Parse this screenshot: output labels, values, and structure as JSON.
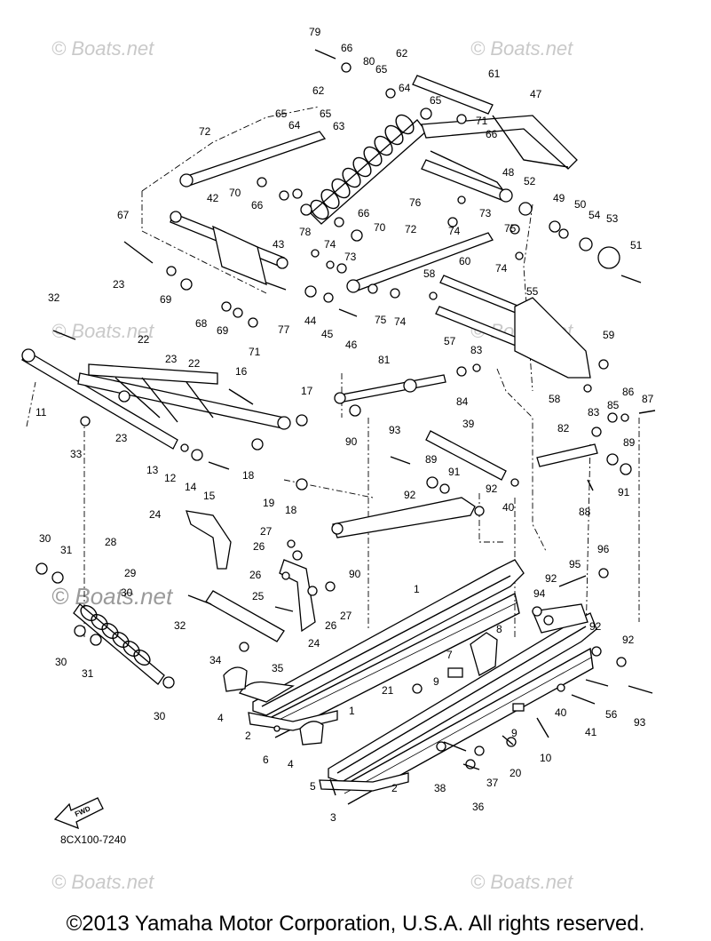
{
  "watermark": "© Boats.net",
  "diagram_code": "8CX100-7240",
  "fwd_label": "FWD",
  "copyright": "©2013 Yamaha Motor Corporation, U.S.A. All rights reserved.",
  "labels": {
    "n1": "1",
    "n2": "2",
    "n3": "3",
    "n4": "4",
    "n5": "5",
    "n6": "6",
    "n7": "7",
    "n8": "8",
    "n9": "9",
    "n10": "10",
    "n11": "11",
    "n12": "12",
    "n13": "13",
    "n14": "14",
    "n15": "15",
    "n16": "16",
    "n17": "17",
    "n18": "18",
    "n19": "19",
    "n20": "20",
    "n21": "21",
    "n22": "22",
    "n23": "23",
    "n24": "24",
    "n25": "25",
    "n26": "26",
    "n27": "27",
    "n28": "28",
    "n29": "29",
    "n30": "30",
    "n31": "31",
    "n32": "32",
    "n33": "33",
    "n34": "34",
    "n35": "35",
    "n36": "36",
    "n37": "37",
    "n38": "38",
    "n39": "39",
    "n40": "40",
    "n41": "41",
    "n42": "42",
    "n43": "43",
    "n44": "44",
    "n45": "45",
    "n46": "46",
    "n47": "47",
    "n48": "48",
    "n49": "49",
    "n50": "50",
    "n51": "51",
    "n52": "52",
    "n53": "53",
    "n54": "54",
    "n55": "55",
    "n56": "56",
    "n57": "57",
    "n58": "58",
    "n59": "59",
    "n60": "60",
    "n61": "61",
    "n62": "62",
    "n63": "63",
    "n64": "64",
    "n65": "65",
    "n66": "66",
    "n67": "67",
    "n68": "68",
    "n69": "69",
    "n70": "70",
    "n71": "71",
    "n72": "72",
    "n73": "73",
    "n74": "74",
    "n75": "75",
    "n76": "76",
    "n77": "77",
    "n78": "78",
    "n79": "79",
    "n80": "80",
    "n81": "81",
    "n82": "82",
    "n83": "83",
    "n84": "84",
    "n85": "85",
    "n86": "86",
    "n87": "87",
    "n88": "88",
    "n89": "89",
    "n90": "90",
    "n91": "91",
    "n92": "92",
    "n93": "93",
    "n94": "94",
    "n95": "95",
    "n96": "96"
  }
}
